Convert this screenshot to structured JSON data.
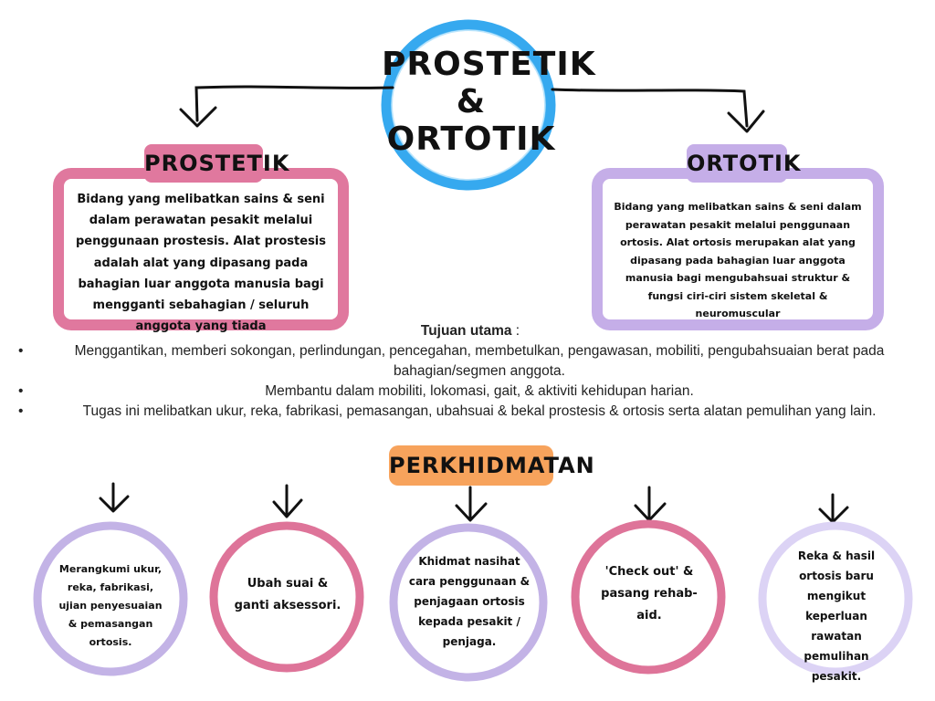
{
  "title": {
    "line1": "PROSTETIK",
    "line2": "&",
    "line3": "ORTOTIK"
  },
  "left": {
    "label": "PROSTETIK",
    "description": "Bidang yang melibatkan sains & seni dalam perawatan pesakit melalui penggunaan prostesis. Alat prostesis adalah alat yang dipasang pada bahagian luar anggota manusia bagi mengganti sebahagian / seluruh anggota yang tiada"
  },
  "right": {
    "label": "ORTOTIK",
    "description": "Bidang yang melibatkan sains & seni dalam perawatan pesakit melalui penggunaan ortosis. Alat ortosis merupakan alat yang dipasang pada bahagian luar anggota manusia bagi mengubahsuai struktur & fungsi ciri-ciri sistem skeletal & neuromuscular"
  },
  "purpose": {
    "heading": "Tujuan utama",
    "heading_suffix": " :",
    "bullet": "•",
    "items": [
      "Menggantikan, memberi sokongan, perlindungan, pencegahan, membetulkan, pengawasan, mobiliti, pengubahsuaian berat pada bahagian/segmen anggota.",
      "Membantu dalam mobiliti, lokomasi, gait, & aktiviti kehidupan harian.",
      "Tugas ini melibatkan ukur, reka, fabrikasi, pemasangan, ubahsuai & bekal prostesis & ortosis serta alatan pemulihan yang lain."
    ]
  },
  "services": {
    "label": "PERKHIDMATAN",
    "items": [
      "Merangkumi ukur, reka, fabrikasi, ujian penyesuaian & pemasangan ortosis.",
      "Ubah suai & ganti aksessori.",
      "Khidmat nasihat cara penggunaan & penjagaan ortosis kepada pesakit / penjaga.",
      "'Check out' & pasang rehab-aid.",
      "Reka & hasil ortosis baru mengikut keperluan rawatan pemulihan pesakit."
    ]
  },
  "colors": {
    "title_circle": "#36a9ef",
    "prostetik": "#e0789e",
    "ortotik": "#c5aee8",
    "perkhidmatan": "#f7a35c",
    "service_lavender": "#c3b3e6",
    "service_pink": "#de7499",
    "service_light": "#dcd3f5"
  }
}
